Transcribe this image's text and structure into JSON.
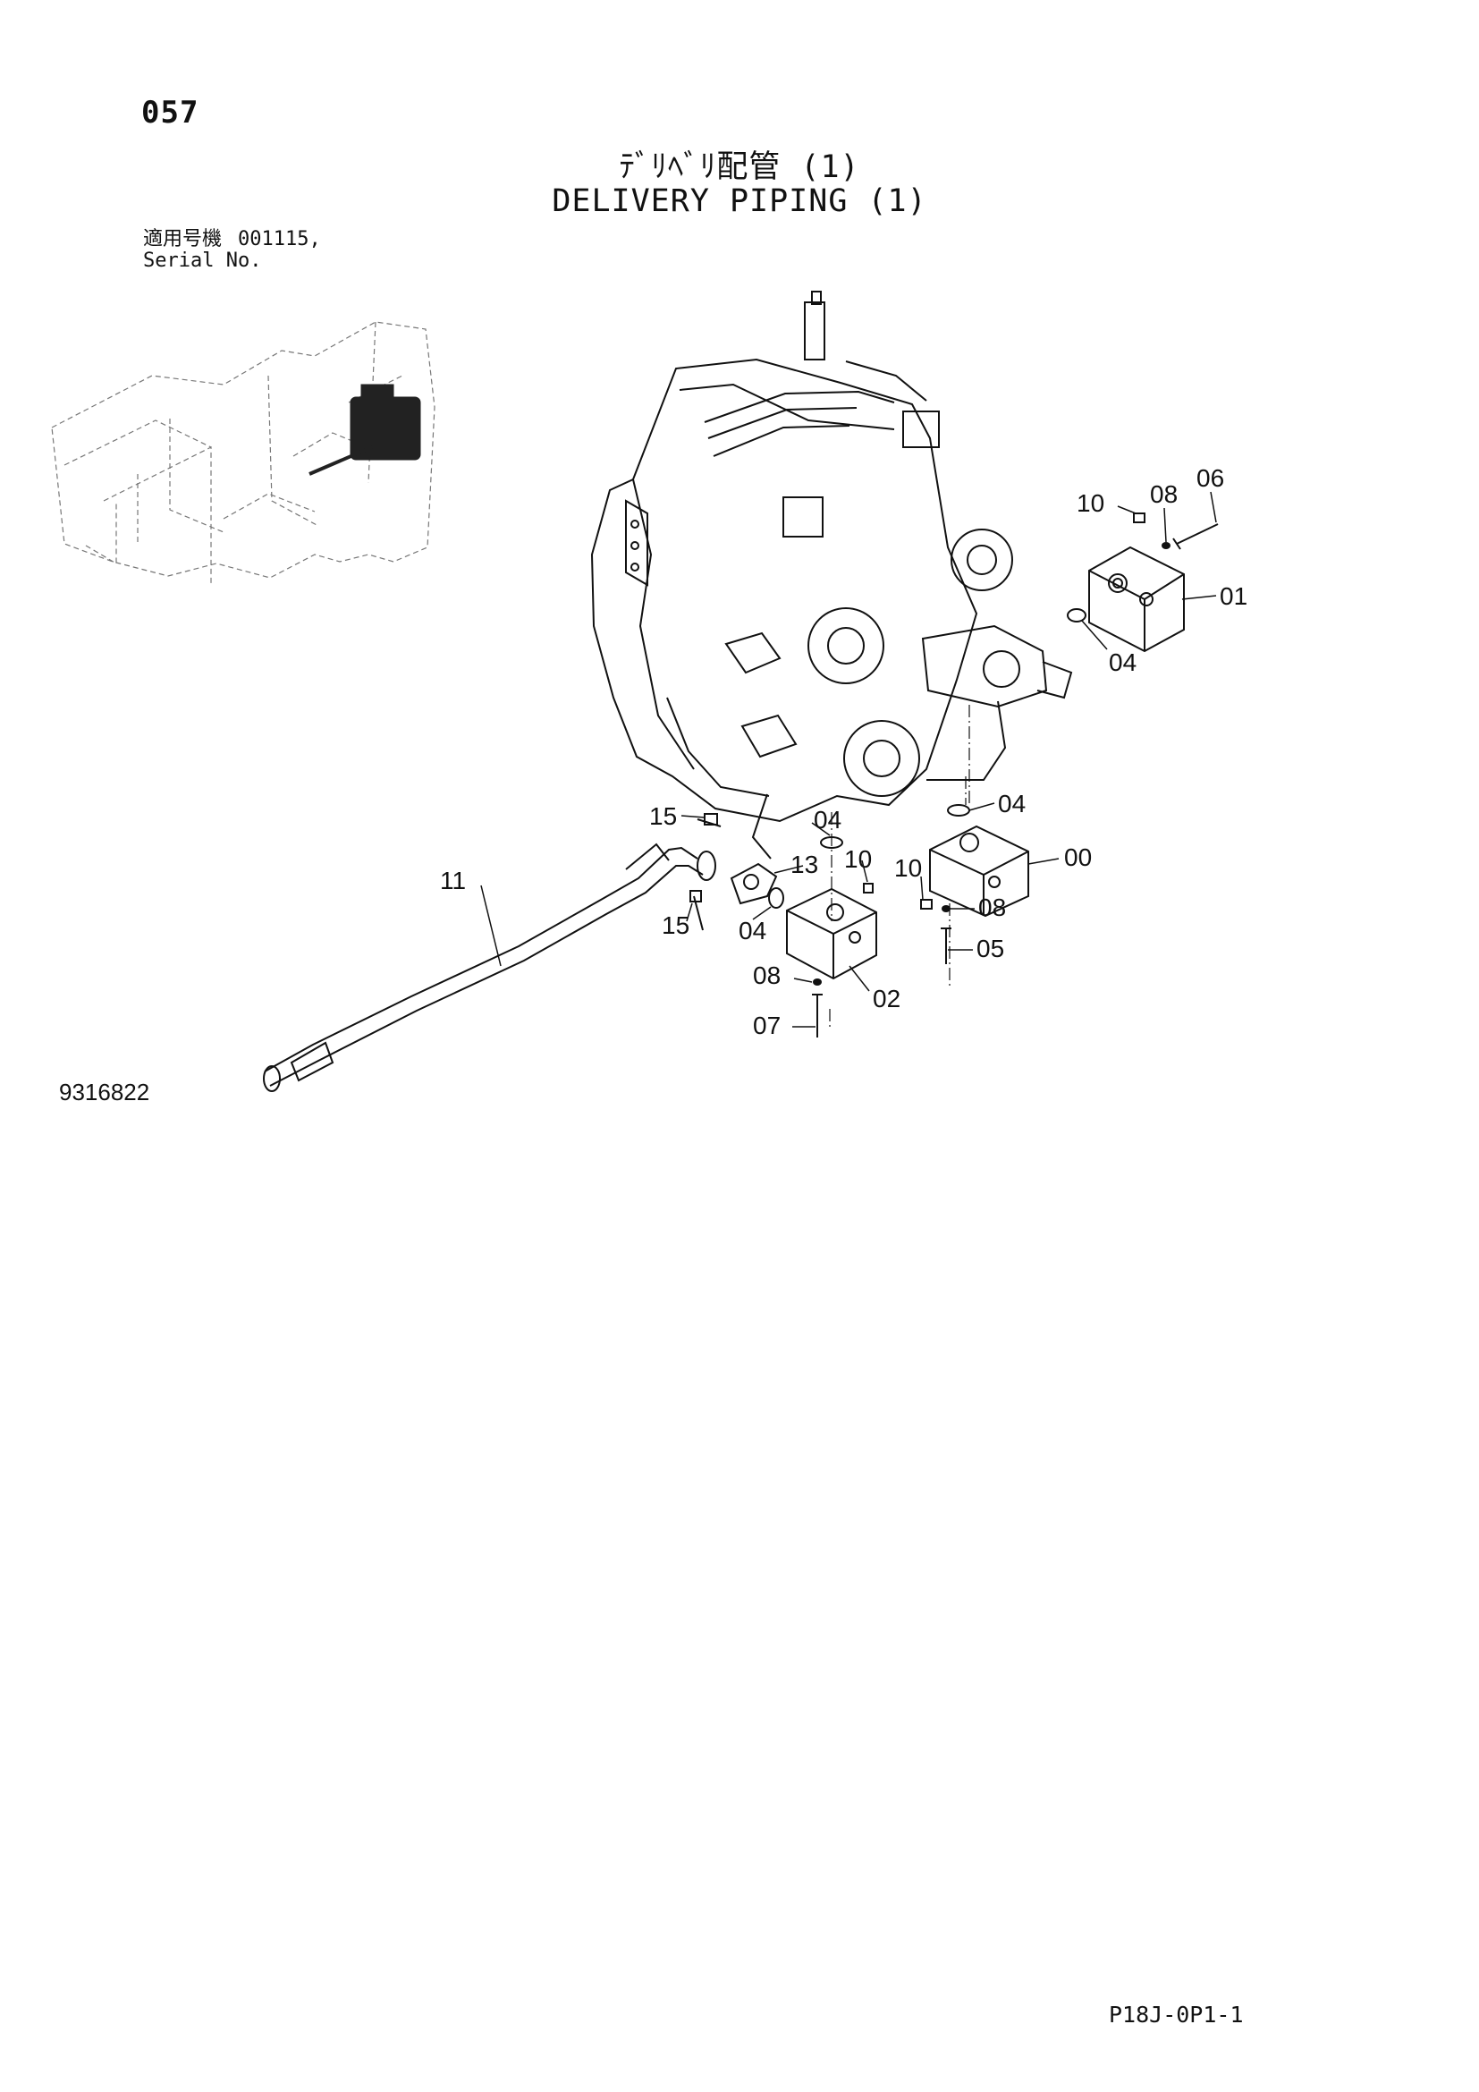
{
  "page": {
    "number": "057",
    "title_jp": "ﾃﾞﾘﾍﾞﾘ配管 (1)",
    "title_en": "DELIVERY PIPING (1)",
    "serial_label_jp": "適用号機",
    "serial_label_en": "Serial No.",
    "serial_value": "001115,",
    "drawing_code": "9316822",
    "sheet_code": "P18J-0P1-1"
  },
  "callouts": [
    "10",
    "08",
    "06",
    "01",
    "04",
    "04",
    "15",
    "04",
    "13",
    "10",
    "10",
    "00",
    "11",
    "15",
    "04",
    "08",
    "08",
    "05",
    "02",
    "07"
  ],
  "colors": {
    "ink": "#111111",
    "background": "#ffffff",
    "locator_outline": "#777777"
  }
}
